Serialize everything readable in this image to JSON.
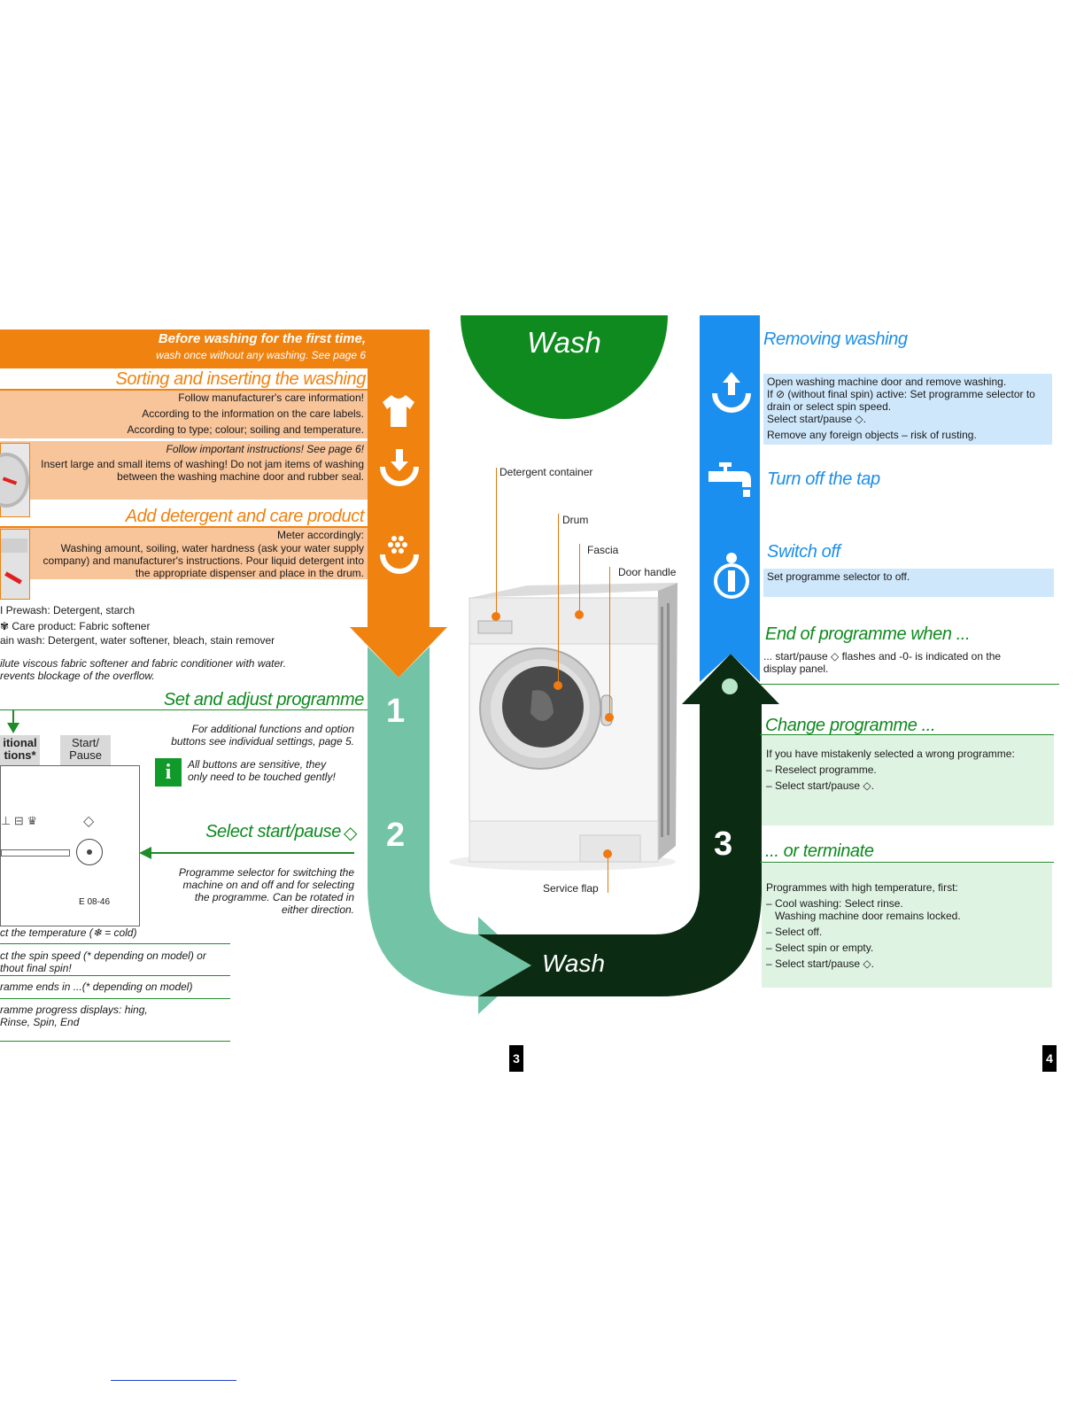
{
  "colors": {
    "orange": "#f0820f",
    "mint": "#73c4a6",
    "dark_green": "#0b2b12",
    "blue": "#1b8ff0",
    "green": "#0f8a1f"
  },
  "top_tab": {
    "title": "Wash"
  },
  "bottom_tab": {
    "title": "Wash"
  },
  "steps": {
    "one": "1",
    "two": "2",
    "three": "3"
  },
  "orange_section": {
    "first_time_title": "Before washing for the first time,",
    "first_time_sub": "wash once without any washing. See page 6",
    "sorting_title": "Sorting and inserting the washing",
    "sorting_lines": [
      "Follow manufacturer's care information!",
      "According to the information on the care labels.",
      "According to type; colour; soiling and temperature."
    ],
    "follow_note": "Follow important instructions! See page 6!",
    "insert_text": "Insert large and small items of washing! Do not jam items of washing between the washing machine door and rubber seal.",
    "detergent_title": "Add detergent and care product",
    "meter_text": "Meter accordingly:",
    "washing_amount_text": "Washing amount, soiling, water hardness (ask your water supply company) and manufacturer's instructions. Pour liquid detergent into the appropriate dispenser and place in the drum.",
    "compartment_lines": [
      "I Prewash: Detergent, starch",
      "Care product: Fabric softener",
      "ain wash: Detergent, water softener, bleach, stain remover"
    ],
    "dilute_lines": [
      "ilute viscous fabric softener and fabric conditioner with water.",
      "revents blockage of the overflow."
    ]
  },
  "programme_section": {
    "title": "Set and adjust programme",
    "additional_note": "For additional functions and option buttons see individual settings, page 5.",
    "info_note": "All buttons are sensitive, they only need to be touched gently!",
    "button_additional": "itional tions*",
    "button_start": "Start/ Pause",
    "panel_code": "E 08-46",
    "select_start_title": "Select start/pause",
    "selector_note": "Programme selector for switching the machine on and off and for selecting the programme. Can be rotated in either direction.",
    "bullets": [
      "ct the temperature (❄ = cold)",
      "ct the spin speed (* depending on model) or thout final spin!",
      "ramme ends in ...(* depending on model)",
      "ramme progress displays: hing, Rinse, Spin, End"
    ]
  },
  "machine_labels": {
    "detergent_container": "Detergent container",
    "drum": "Drum",
    "fascia": "Fascia",
    "door_handle": "Door handle",
    "service_flap": "Service flap"
  },
  "blue_section": {
    "removing_title": "Removing washing",
    "removing_lines": [
      "Open washing machine door and remove washing.",
      "If ⊘ (without final spin) active: Set programme selector to drain or select spin speed.",
      "Select start/pause ◇.",
      "Remove any foreign objects – risk of rusting."
    ],
    "tap_title": "Turn off the tap",
    "switch_off_title": "Switch off",
    "switch_off_text": "Set programme selector to off.",
    "end_title": "End of programme when ...",
    "end_text": "... start/pause ◇ flashes and -0- is indicated on the display panel."
  },
  "green_right": {
    "change_title": "Change programme ...",
    "change_lines": [
      "If you have mistakenly selected a wrong programme:",
      "– Reselect programme.",
      "– Select start/pause ◇."
    ],
    "terminate_title": "... or terminate",
    "terminate_lines": [
      "Programmes with high temperature, first:",
      "– Cool washing: Select rinse.",
      "   Washing machine door remains locked.",
      "– Select off.",
      "– Select spin or empty.",
      "– Select start/pause ◇."
    ]
  },
  "page_numbers": {
    "left": "3",
    "right": "4"
  }
}
